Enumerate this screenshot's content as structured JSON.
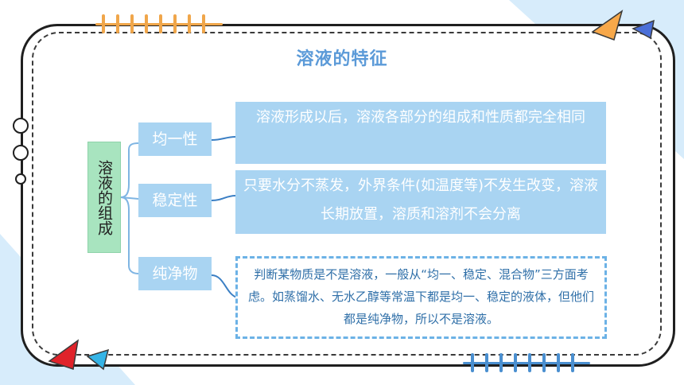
{
  "title": "溶液的特征",
  "root": "溶液的组成",
  "properties": [
    {
      "label": "均一性",
      "description": "溶液形成以后，溶液各部分的组成和性质都完全相同"
    },
    {
      "label": "稳定性",
      "description": "只要水分不蒸发，外界条件(如温度等)不发生改变，溶液长期放置，溶质和溶剂不会分离"
    },
    {
      "label": "纯净物",
      "description": "判断某物质是不是溶液，一般从“均一、稳定、混合物”三方面考虑。如蒸馏水、无水乙醇等常温下都是均一、稳定的液体，但他们都是纯净物，所以不是溶液。"
    }
  ],
  "colors": {
    "accent_blue": "#a9d4f2",
    "root_green": "#a8e4bf",
    "title_blue": "#5b9ad8",
    "dashed_border": "#6cb2e6",
    "peg_orange": "#f0a64a",
    "peg_blue": "#4a8fd0",
    "triangle_orange": "#f7a84a",
    "triangle_blue": "#4a6fd8",
    "triangle_red": "#e0232a",
    "triangle_cyan": "#35b4e6"
  },
  "decorations": [
    "pegboard-top",
    "pegboard-bottom",
    "binder-rings",
    "triangle-orange",
    "triangle-blue",
    "triangle-red",
    "triangle-cyan"
  ]
}
